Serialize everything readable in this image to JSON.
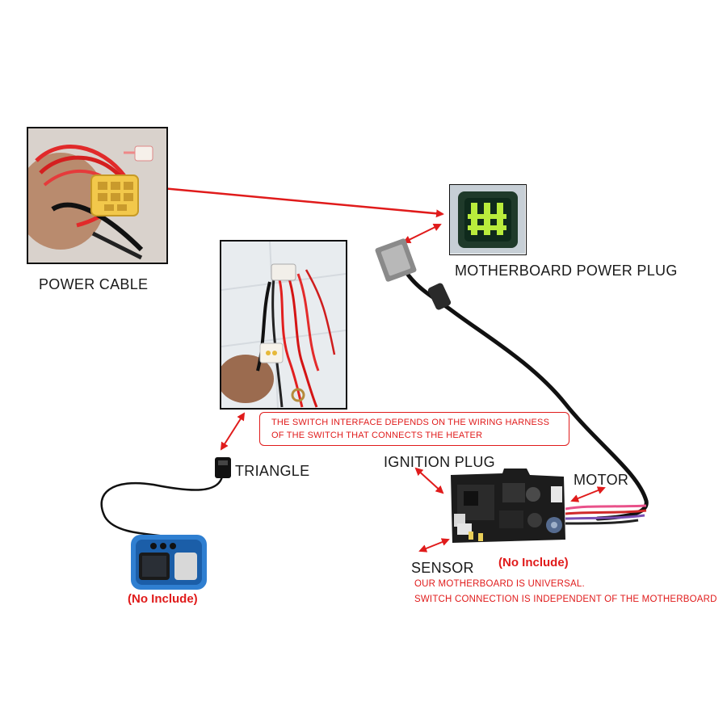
{
  "labels": {
    "power_cable": "POWER CABLE",
    "motherboard_power_plug": "MOTHERBOARD POWER PLUG",
    "triangle": "TRIANGLE",
    "ignition_plug": "IGNITION PLUG",
    "motor": "MOTOR",
    "sensor": "SENSOR",
    "no_include_board": "(No Include)",
    "no_include_switch": "(No Include)"
  },
  "callout": {
    "line1": "THE SWITCH INTERFACE DEPENDS ON THE WIRING HARNESS",
    "line2": "OF THE SWITCH THAT CONNECTS THE HEATER"
  },
  "notes": {
    "line1": "OUR MOTHERBOARD IS UNIVERSAL.",
    "line2": "SWITCH CONNECTION IS INDEPENDENT OF THE MOTHERBOARD"
  },
  "colors": {
    "accent_red": "#e01b1b",
    "connector_green": "#b9ec3c",
    "connector_yellow": "#f2c84b",
    "switch_blue": "#2f7fd1"
  },
  "icons": [
    "power-cable-photo",
    "motherboard-plug-photo",
    "harness-photo",
    "switch-controller",
    "motherboard",
    "arrow"
  ]
}
